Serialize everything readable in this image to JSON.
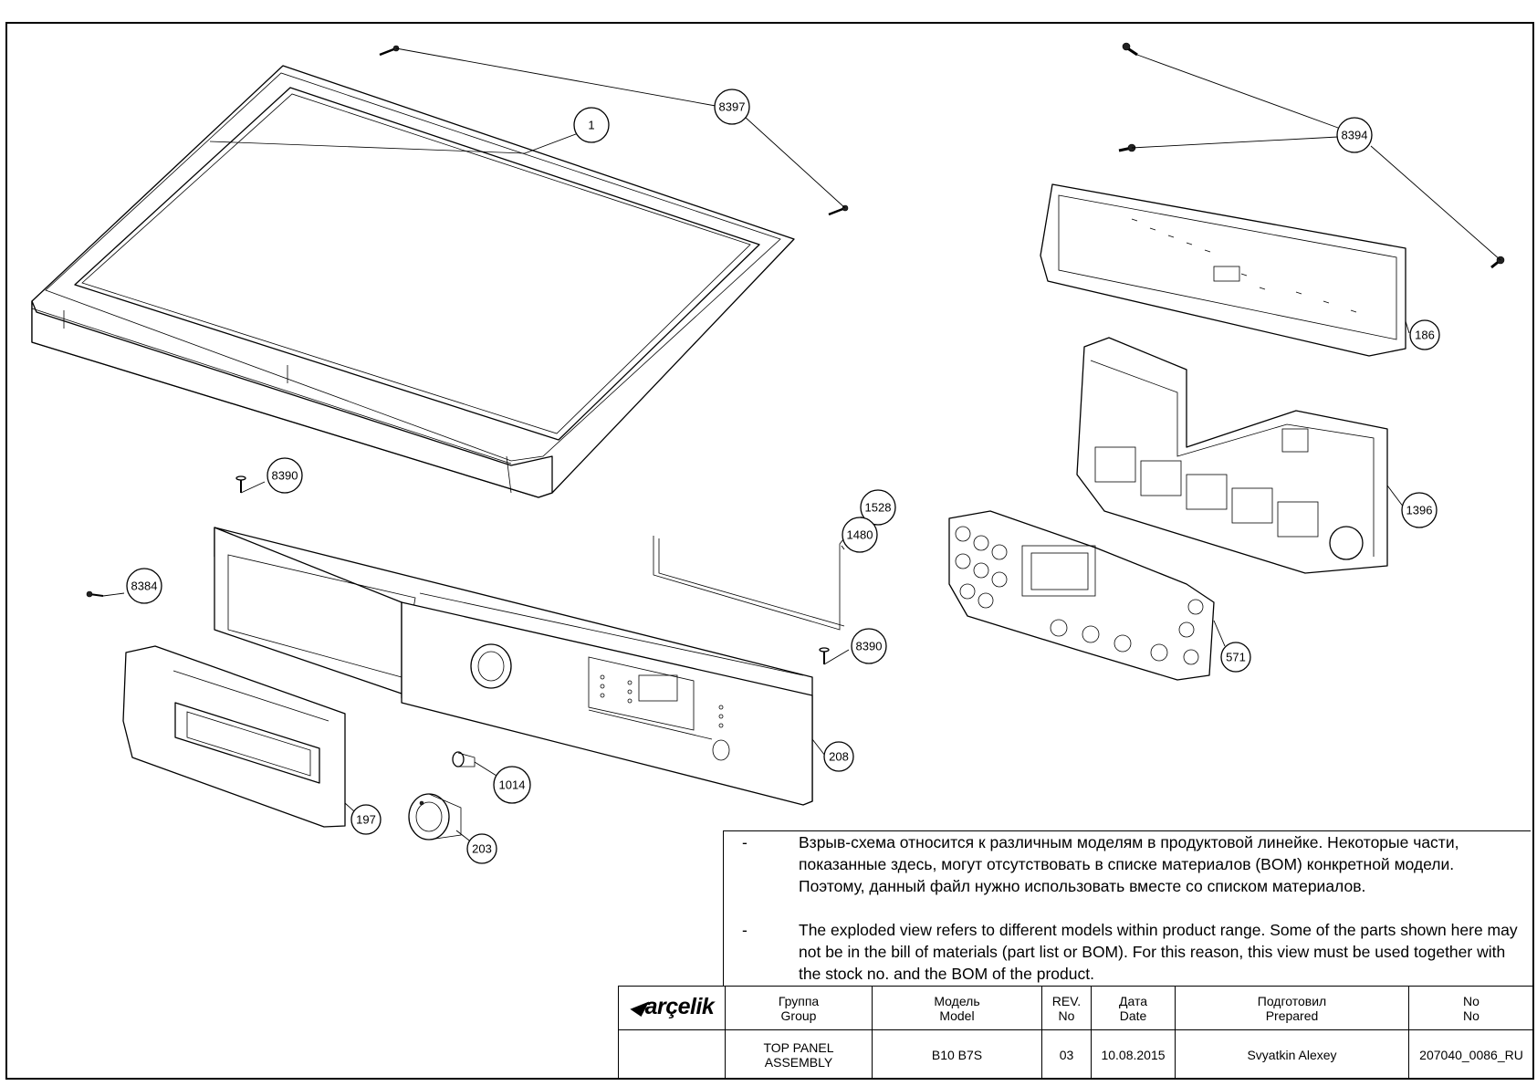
{
  "callouts": {
    "c1": "1",
    "c8397": "8397",
    "c8394": "8394",
    "c186": "186",
    "c1396": "1396",
    "c571": "571",
    "c8390a": "8390",
    "c8384": "8384",
    "c1528": "1528",
    "c1480": "1480",
    "c8390b": "8390",
    "c208": "208",
    "c1014": "1014",
    "c197": "197",
    "c203": "203"
  },
  "notes": {
    "dash": "-",
    "russian": "Взрыв-схема относится к различным моделям в продуктовой линейке. Некоторые части, показанные здесь, могут отсутствовать в списке материалов (BOM) конкретной модели. Поэтому, данный файл нужно использовать вместе со списком материалов.",
    "english": "The exploded view refers to different models within product range. Some of the parts shown here may not be in the bill of materials (part list or BOM). For this reason, this view must be used together with the stock no. and the BOM of the product."
  },
  "title_block": {
    "logo": "arçelik",
    "group_ru": "Группа",
    "group_en": "Group",
    "model_ru": "Модель",
    "model_en": "Model",
    "rev_1": "REV.",
    "rev_2": "No",
    "date_ru": "Дата",
    "date_en": "Date",
    "prepared_ru": "Подготовил",
    "prepared_en": "Prepared",
    "no_1": "No",
    "no_2": "No",
    "group_value_1": "TOP PANEL",
    "group_value_2": "ASSEMBLY",
    "model_value": "B10 B7S",
    "rev_value": "03",
    "date_value": "10.08.2015",
    "prepared_value": "Svyatkin Alexey",
    "no_value": "207040_0086_RU"
  }
}
